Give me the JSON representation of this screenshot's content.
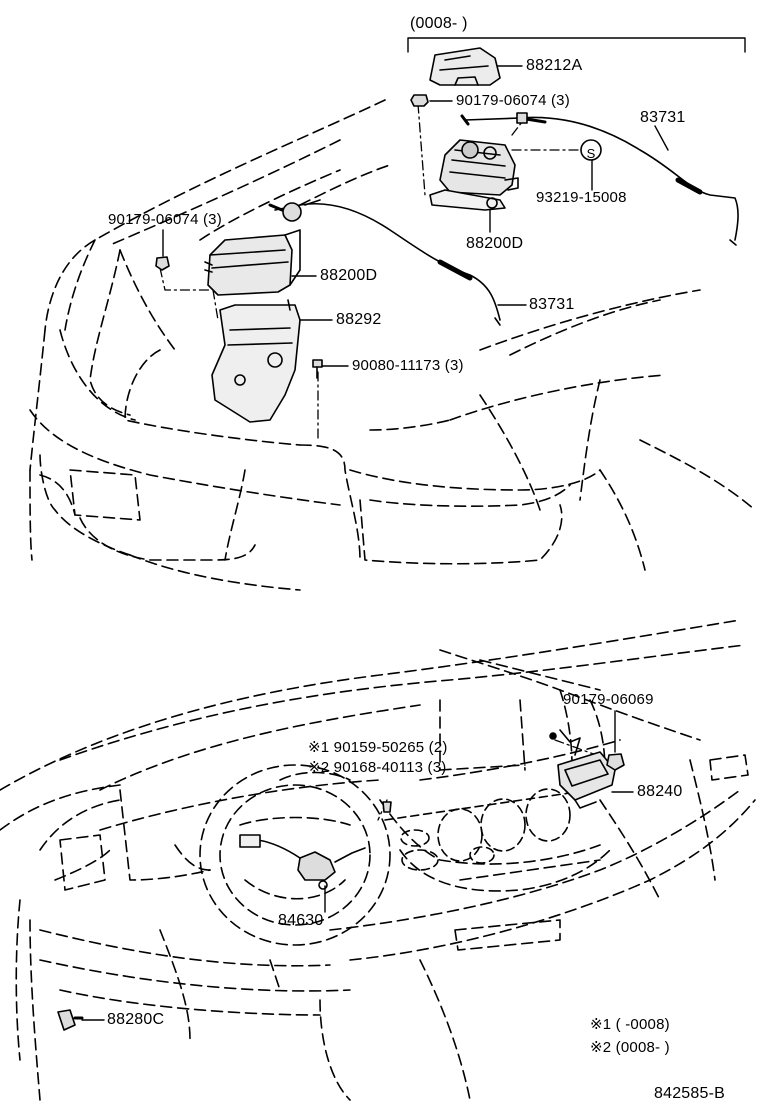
{
  "labels": {
    "variant_range_top": "(0008-          )",
    "part_88212A": "88212A",
    "part_90179_06074_top": "90179-06074 (3)",
    "part_83731_right": "83731",
    "part_93219_15008": "93219-15008",
    "part_88200D_right": "88200D",
    "part_90179_06074_left": "90179-06074 (3)",
    "part_88200D_left": "88200D",
    "part_83731_mid": "83731",
    "part_88292": "88292",
    "part_90080_11173": "90080-11173 (3)",
    "part_90179_06069": "90179-06069",
    "note1_part": "※1  90159-50265 (2)",
    "note2_part": "※2  90168-40113 (3)",
    "part_88240": "88240",
    "part_84630": "84630",
    "part_88280C": "88280C",
    "legend_note1": "※1 (          -0008)",
    "legend_note2": "※2 (0008-          )",
    "diagram_id": "842585-B",
    "clip_symbol": "S"
  },
  "colors": {
    "ink": "#000000",
    "paper": "#ffffff",
    "part_fill": "#e9e9e9"
  }
}
